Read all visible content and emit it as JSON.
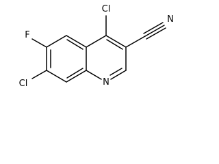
{
  "atoms": {
    "cl_top": "Cl",
    "cl_left": "Cl",
    "fluorine": "F",
    "nitrile_n": "N",
    "ring_n": "N"
  }
}
